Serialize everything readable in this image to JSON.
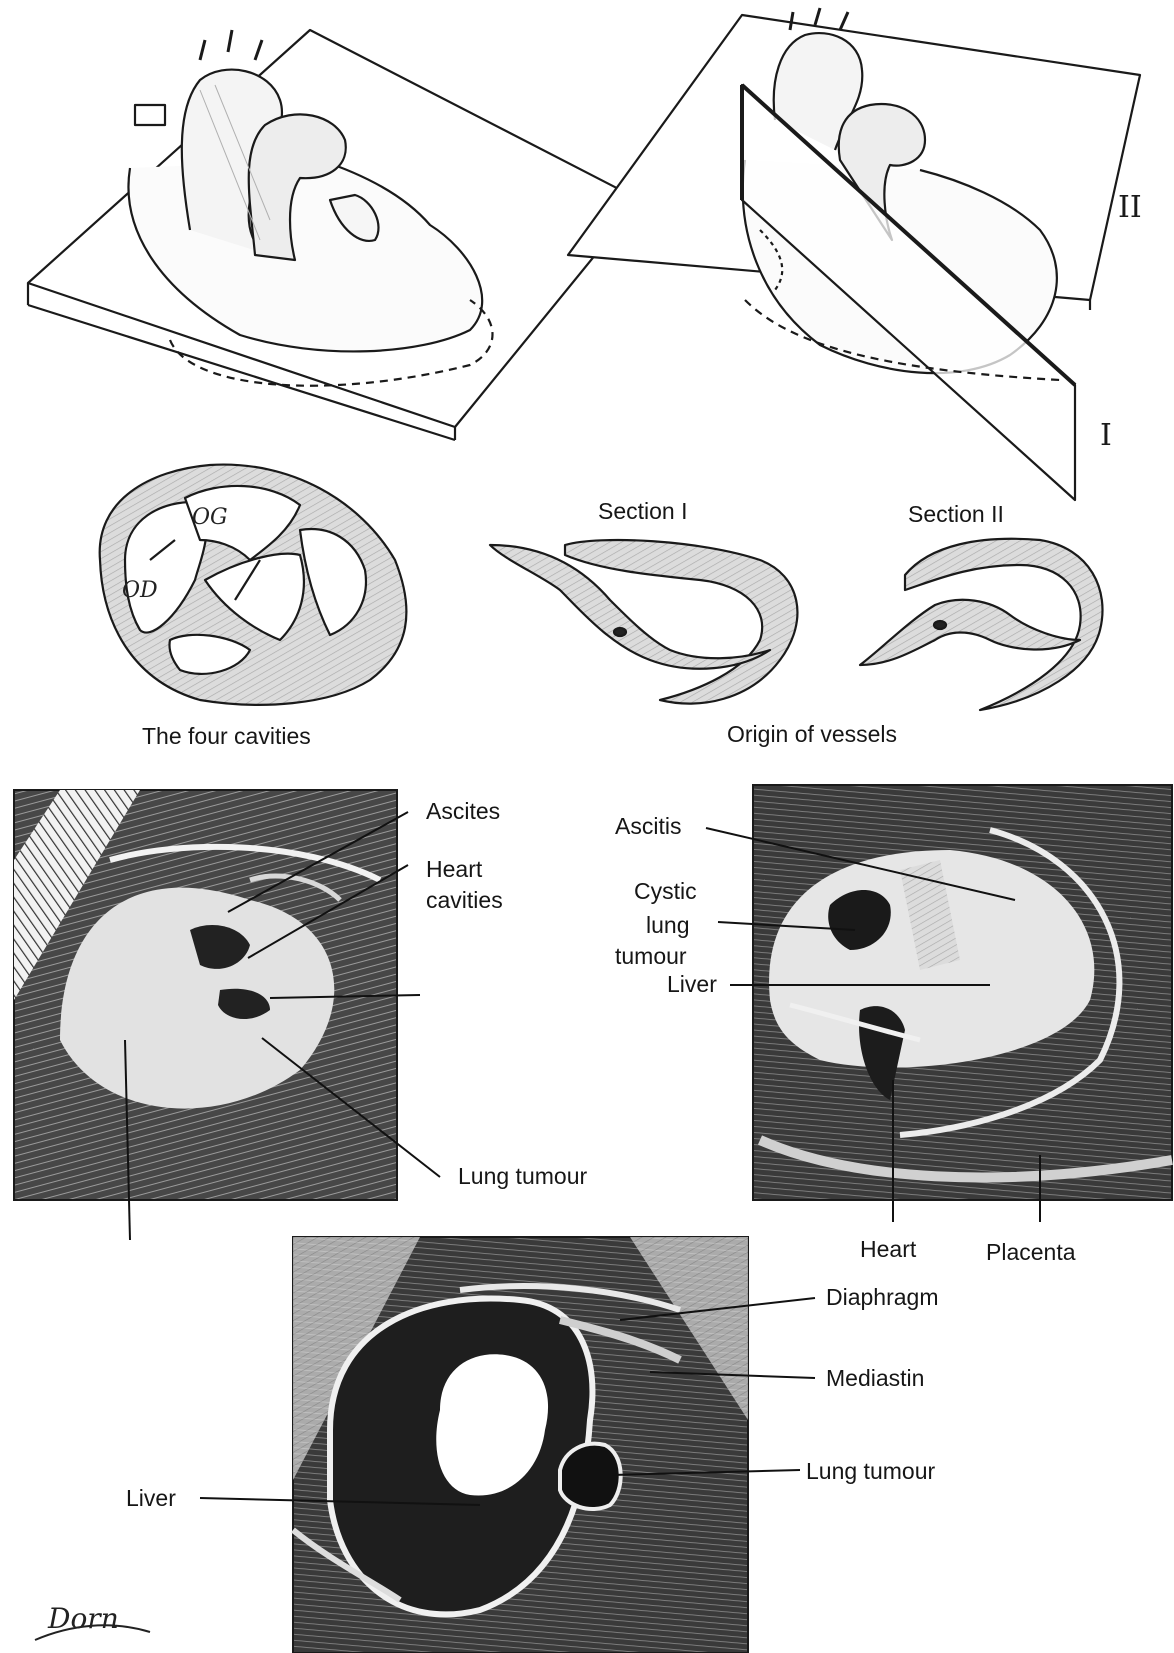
{
  "top_panels": {
    "plane_labels": {
      "two": "II",
      "one": "I"
    }
  },
  "middle_row": {
    "four_cavities": {
      "caption": "The four cavities",
      "left_atrium": "OG",
      "right_atrium": "OD"
    },
    "origin_of_vessels": {
      "caption": "Origin of vessels",
      "section_one": "Section I",
      "section_two": "Section II"
    }
  },
  "scan_left": {
    "ascites": "Ascites",
    "heart_cavities_line1": "Heart",
    "heart_cavities_line2": "cavities",
    "lung_tumour": "Lung tumour"
  },
  "scan_right": {
    "ascitis": "Ascitis",
    "cystic_line1": "Cystic",
    "cystic_line2": "lung",
    "cystic_line3": "tumour",
    "liver": "Liver",
    "heart": "Heart",
    "placenta": "Placenta"
  },
  "scan_bottom": {
    "diaphragm": "Diaphragm",
    "mediastin": "Mediastin",
    "lung_tumour": "Lung tumour",
    "liver": "Liver"
  },
  "signature": "Dorn",
  "colors": {
    "ink": "#1a1a1a",
    "fill": "#6e6e6e",
    "paper": "#ffffff"
  }
}
